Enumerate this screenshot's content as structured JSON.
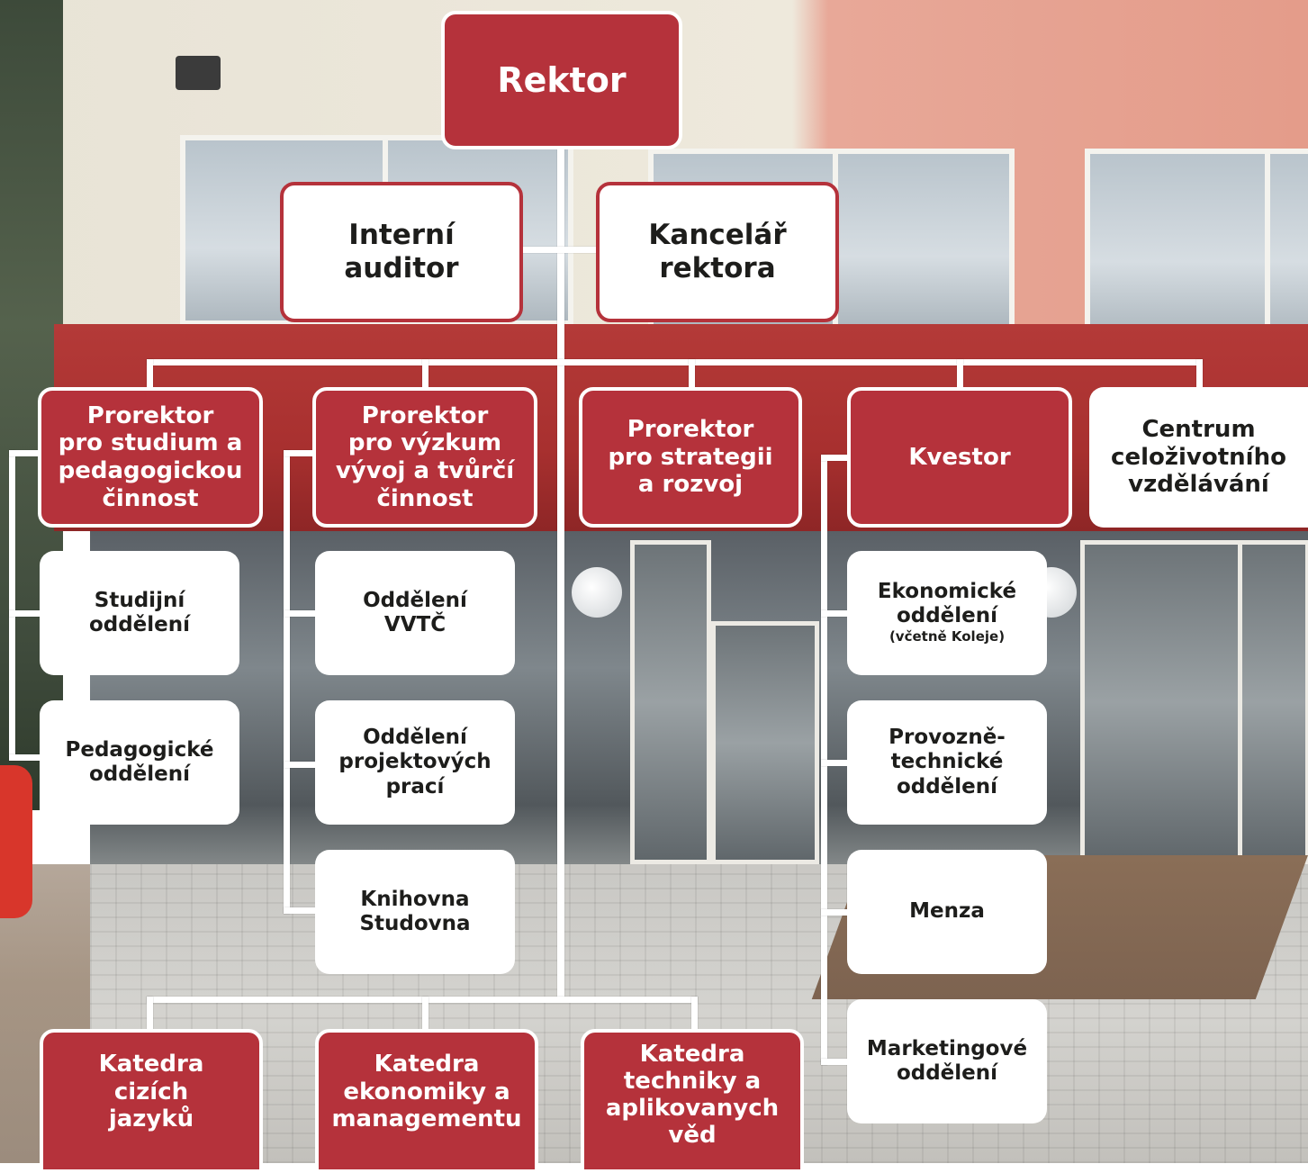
{
  "chart": {
    "rektor": "Rektor",
    "interni_auditor": [
      "Interní",
      "auditor"
    ],
    "kancelar_rektora": [
      "Kancelář",
      "rektora"
    ],
    "prorektor_studium": [
      "Prorektor",
      "pro studium a",
      "pedagogickou",
      "činnost"
    ],
    "prorektor_vyzkum": [
      "Prorektor",
      "pro výzkum",
      "vývoj a tvůrčí",
      "činnost"
    ],
    "prorektor_strategie": [
      "Prorektor",
      "pro strategii",
      "a rozvoj"
    ],
    "kvestor": "Kvestor",
    "centrum": [
      "Centrum",
      "celoživotního",
      "vzdělávání"
    ],
    "studijni_oddeleni": [
      "Studijní",
      "oddělení"
    ],
    "pedagogicke_oddeleni": [
      "Pedagogické",
      "oddělení"
    ],
    "oddeleni_vvtc": [
      "Oddělení",
      "VVTČ"
    ],
    "oddeleni_projektovych": [
      "Oddělení",
      "projektových",
      "prací"
    ],
    "knihovna": [
      "Knihovna",
      "Studovna"
    ],
    "ekonomicke": [
      "Ekonomické",
      "oddělení"
    ],
    "ekonomicke_note": "(včetně Koleje)",
    "provozne": [
      "Provozně-",
      "technické",
      "oddělení"
    ],
    "menza": "Menza",
    "marketingove": [
      "Marketingové",
      "oddělení"
    ],
    "katedra_jazyku": [
      "Katedra",
      "cizích",
      "jazyků"
    ],
    "katedra_ekonomiky": [
      "Katedra",
      "ekonomiky a",
      "managementu"
    ],
    "katedra_techniky": [
      "Katedra",
      "techniky a",
      "aplikovanych",
      "věd"
    ]
  },
  "colors": {
    "accent": "#b5323b",
    "box_white": "#ffffff",
    "text_dark": "#1d1d1b"
  }
}
